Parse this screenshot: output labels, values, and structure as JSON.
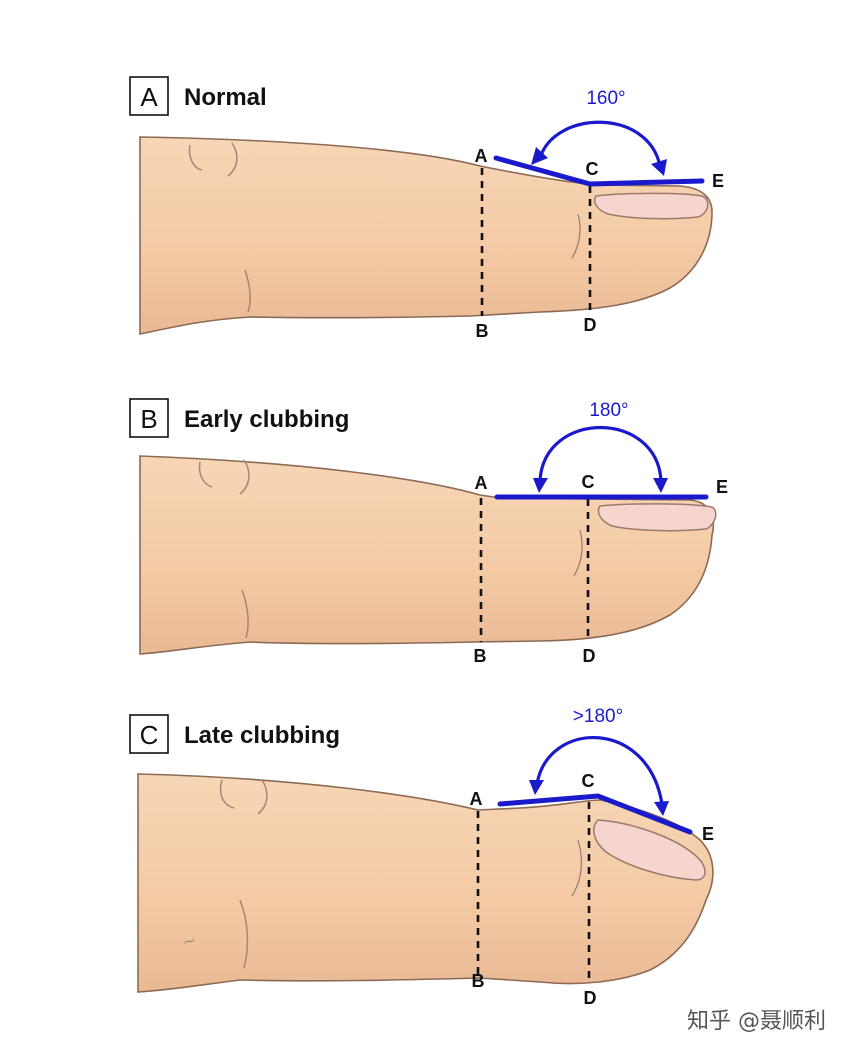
{
  "panels": [
    {
      "letter": "A",
      "title": "Normal",
      "angle": "160°",
      "points": {
        "a": "A",
        "b": "B",
        "c": "C",
        "d": "D",
        "e": "E"
      }
    },
    {
      "letter": "B",
      "title": "Early clubbing",
      "angle": "180°",
      "points": {
        "a": "A",
        "b": "B",
        "c": "C",
        "d": "D",
        "e": "E"
      }
    },
    {
      "letter": "C",
      "title": "Late clubbing",
      "angle": ">180°",
      "points": {
        "a": "A",
        "b": "B",
        "c": "C",
        "d": "D",
        "e": "E"
      }
    }
  ],
  "watermark": "知乎 @聂顺利",
  "colors": {
    "profile_line": "#1a1acc",
    "skin": "#f6d2b0",
    "nail": "#f7d5cf"
  }
}
